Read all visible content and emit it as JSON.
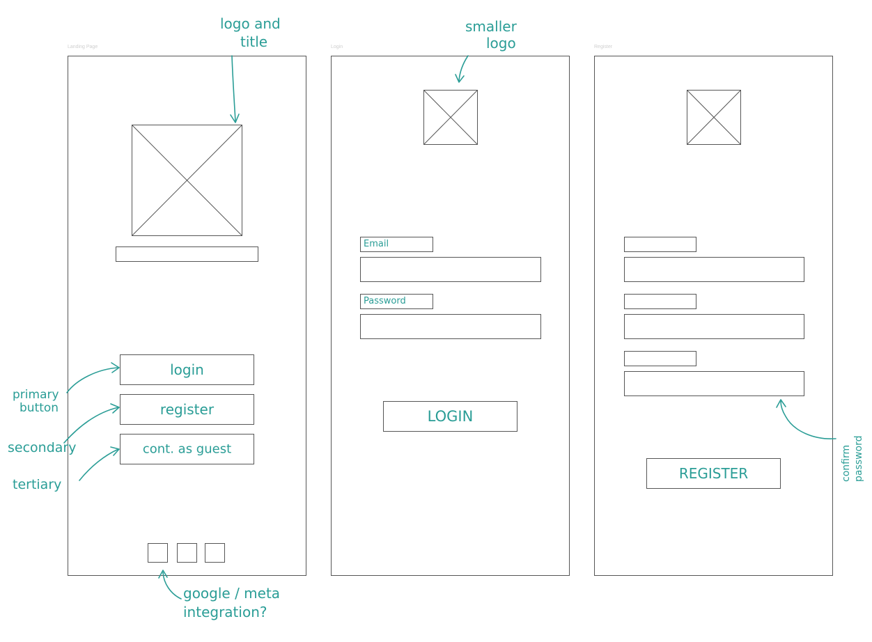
{
  "frames": {
    "landing": {
      "label": "Landing Page"
    },
    "login": {
      "label": "Login"
    },
    "register": {
      "label": "Register"
    }
  },
  "landing_buttons": {
    "login": "login",
    "register": "register",
    "guest": "cont. as guest"
  },
  "login_form": {
    "email_label": "Email",
    "password_label": "Password",
    "submit": "LOGIN"
  },
  "register_form": {
    "submit": "REGISTER"
  },
  "annotations": {
    "logo_title": [
      "logo and",
      "title"
    ],
    "smaller_logo": [
      "smaller",
      "logo"
    ],
    "primary": [
      "primary",
      "button"
    ],
    "secondary": "secondary",
    "tertiary": "tertiary",
    "integration": [
      "google / meta",
      "integration?"
    ],
    "confirm": [
      "confirm",
      "password"
    ]
  },
  "colors": {
    "sketch_line": "#555555",
    "annotation": "#2a9d96"
  }
}
